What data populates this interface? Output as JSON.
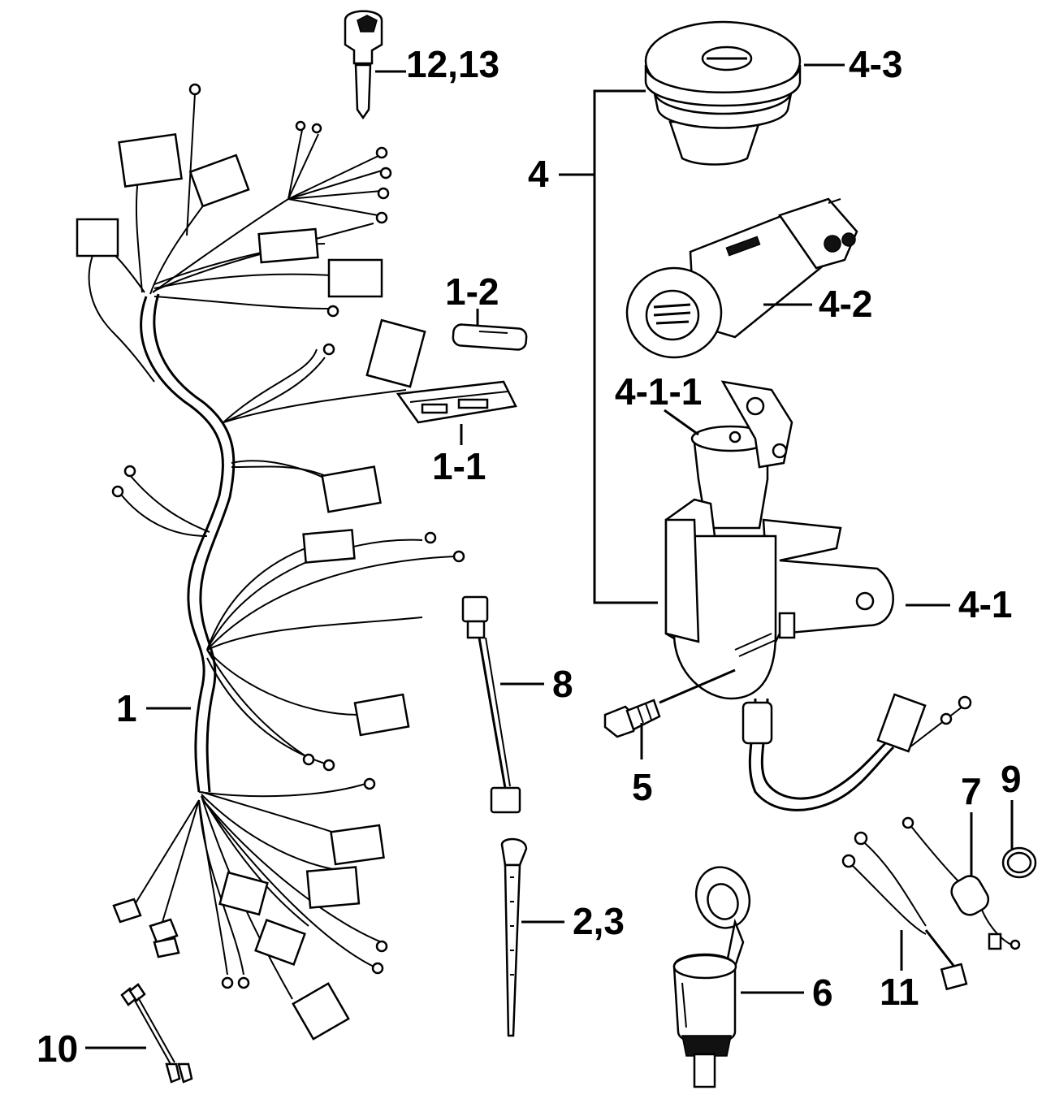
{
  "labels": {
    "key": "12,13",
    "cap": "4-3",
    "assembly": "4",
    "cylinder": "4-2",
    "fuse": "1-2",
    "fuse_holder": "1-1",
    "switch_sub": "4-1-1",
    "switch": "4-1",
    "bolt": "5",
    "harness": "1",
    "cable": "8",
    "tie": "2,3",
    "relay": "7",
    "clip": "9",
    "socket": "6",
    "lead11": "11",
    "lead10": "10"
  },
  "colors": {
    "line": "#000000",
    "background": "#ffffff"
  }
}
